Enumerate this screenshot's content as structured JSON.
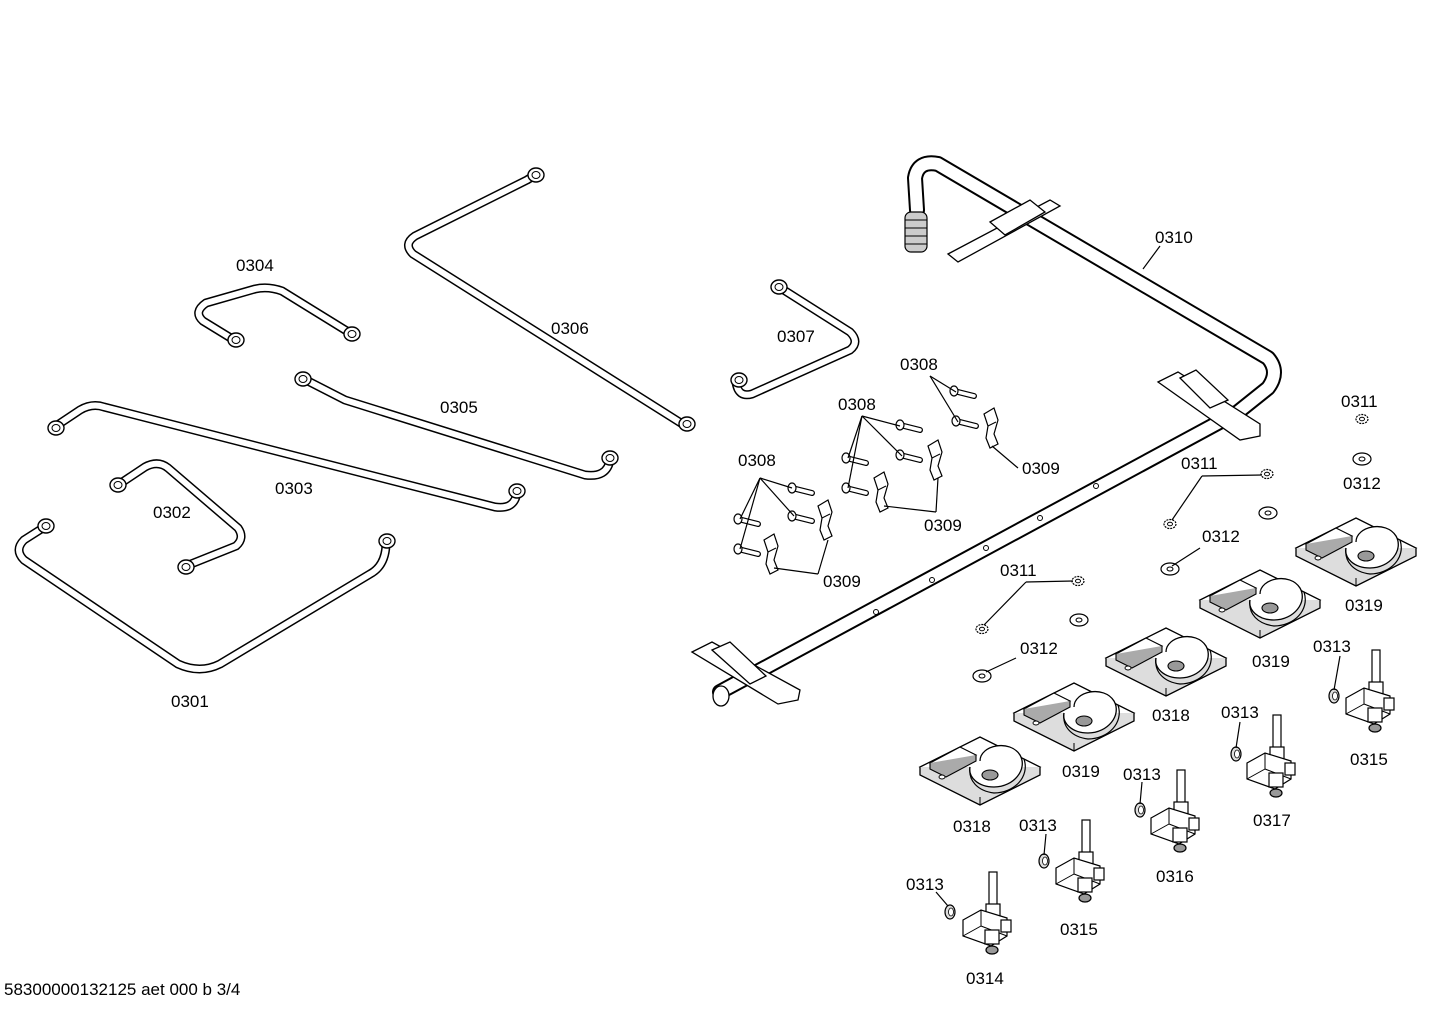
{
  "labels": {
    "l0301": "0301",
    "l0302": "0302",
    "l0303": "0303",
    "l0304": "0304",
    "l0305": "0305",
    "l0306": "0306",
    "l0307": "0307",
    "l0308": "0308",
    "l0309": "0309",
    "l0310": "0310",
    "l0311": "0311",
    "l0312": "0312",
    "l0313": "0313",
    "l0314": "0314",
    "l0315": "0315",
    "l0316": "0316",
    "l0317": "0317",
    "l0318": "0318",
    "l0319": "0319"
  },
  "footer": "58300000132125 aet 000 b 3/4"
}
